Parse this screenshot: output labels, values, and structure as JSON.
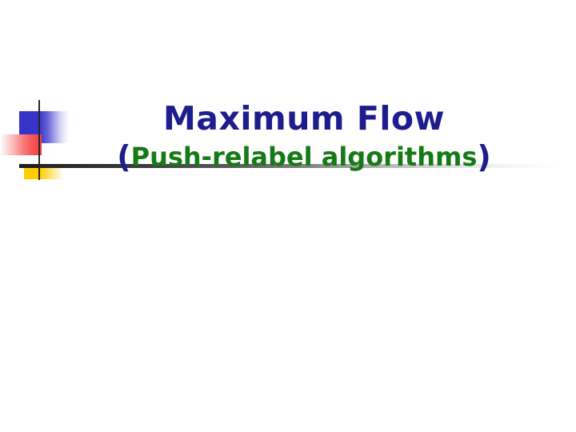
{
  "slide": {
    "title": "Maximum Flow",
    "subtitle": {
      "open_paren": "(",
      "text": "Push-relabel algorithms",
      "close_paren": ")"
    }
  },
  "colors": {
    "title": "#1d1d8e",
    "subtitle_text": "#157a15",
    "subtitle_paren": "#1d1d8e",
    "decor_blue": "#3833c9",
    "decor_red": "#f54040",
    "decor_yellow": "#ffcc00",
    "decor_line": "#262626",
    "rule_dark": "#1c1c1c",
    "background": "#ffffff"
  },
  "decor": {
    "blue_square": "blue-square",
    "red_band": "red-gradient-band",
    "yellow_block": "yellow-block",
    "yellow_tab": "yellow-lower-tab",
    "vertical_line": "vertical-rule",
    "horizontal_line": "horizontal-rule"
  }
}
